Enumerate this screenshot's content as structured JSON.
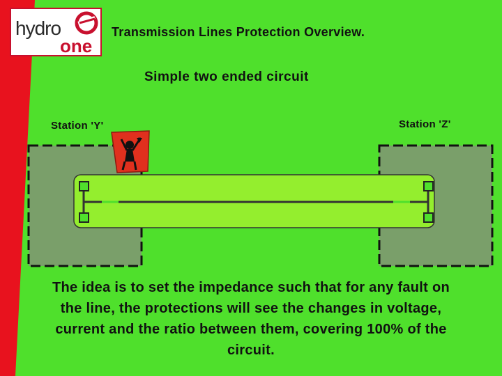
{
  "header": {
    "logo": {
      "line1": "hydro",
      "line2": "one"
    },
    "title": "Transmission Lines Protection Overview."
  },
  "diagram": {
    "subtitle": "Simple two ended circuit",
    "station_left": "Station 'Y'",
    "station_right": "Station 'Z'",
    "relay_icon": "frustrated-person-icon"
  },
  "body": {
    "text": "The idea is to set the impedance such that for any fault on the line, the protections will see the changes in voltage, current and the ratio between them, covering 100% of the circuit."
  },
  "colors": {
    "background": "#4fe02c",
    "station_fill": "#7a9f6a",
    "line_zone": "#94ee2e",
    "accent_red": "#c8102e"
  }
}
